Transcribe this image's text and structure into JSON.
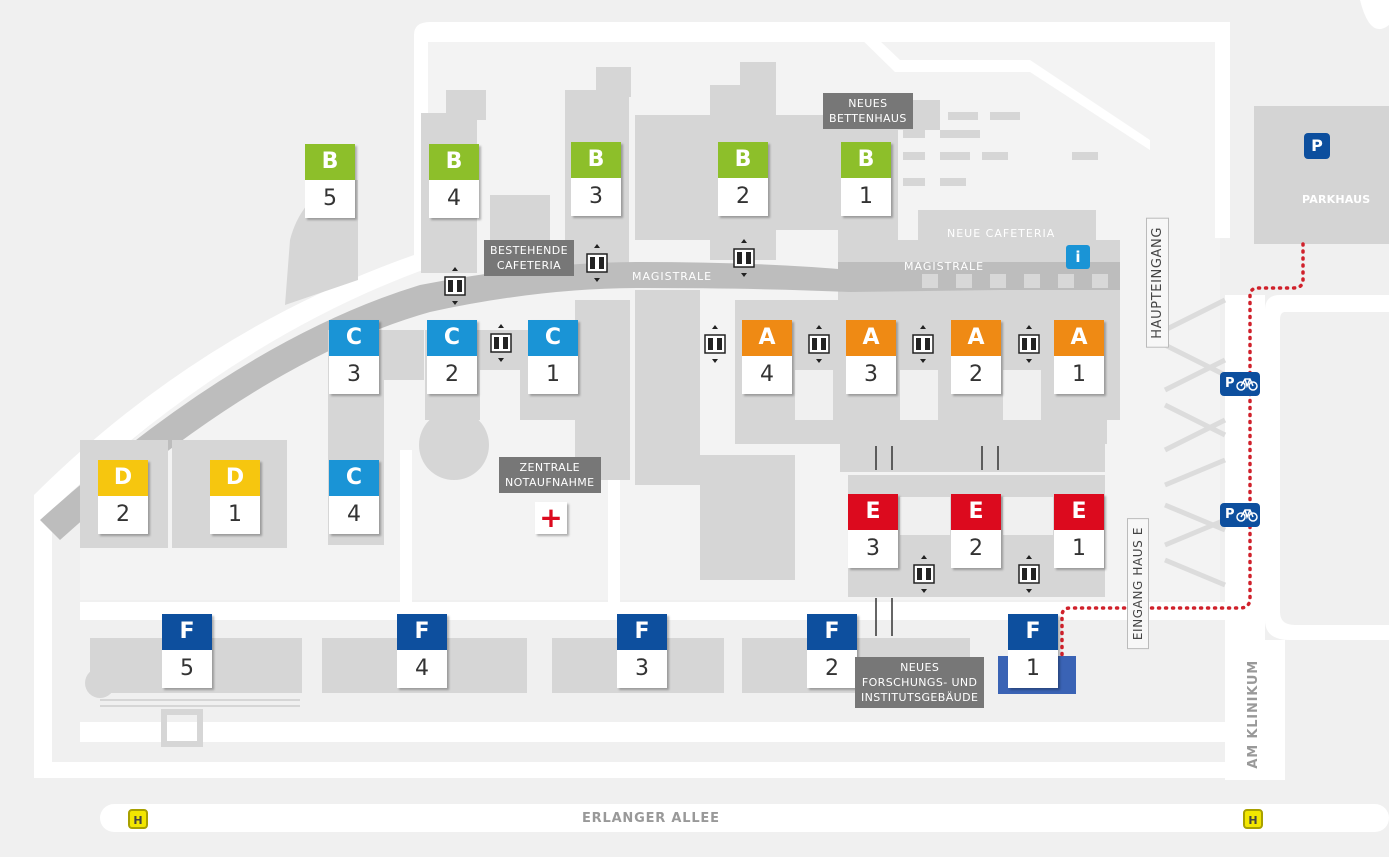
{
  "colors": {
    "B": "#8dbf2a",
    "C": "#1a94d6",
    "A": "#ef8a14",
    "D": "#f6c60f",
    "E": "#dc0a1e",
    "F": "#0d4f9e",
    "label_bg": "#777777",
    "route": "#d0212b",
    "building": "#d6d6d6",
    "road": "#ffffff"
  },
  "markers": [
    {
      "id": "b5",
      "letter": "B",
      "number": "5"
    },
    {
      "id": "b4",
      "letter": "B",
      "number": "4"
    },
    {
      "id": "b3",
      "letter": "B",
      "number": "3"
    },
    {
      "id": "b2",
      "letter": "B",
      "number": "2"
    },
    {
      "id": "b1",
      "letter": "B",
      "number": "1"
    },
    {
      "id": "c3",
      "letter": "C",
      "number": "3"
    },
    {
      "id": "c2",
      "letter": "C",
      "number": "2"
    },
    {
      "id": "c1",
      "letter": "C",
      "number": "1"
    },
    {
      "id": "c4",
      "letter": "C",
      "number": "4"
    },
    {
      "id": "a4",
      "letter": "A",
      "number": "4"
    },
    {
      "id": "a3",
      "letter": "A",
      "number": "3"
    },
    {
      "id": "a2",
      "letter": "A",
      "number": "2"
    },
    {
      "id": "a1",
      "letter": "A",
      "number": "1"
    },
    {
      "id": "d2",
      "letter": "D",
      "number": "2"
    },
    {
      "id": "d1",
      "letter": "D",
      "number": "1"
    },
    {
      "id": "e3",
      "letter": "E",
      "number": "3"
    },
    {
      "id": "e2",
      "letter": "E",
      "number": "2"
    },
    {
      "id": "e1",
      "letter": "E",
      "number": "1"
    },
    {
      "id": "f5",
      "letter": "F",
      "number": "5"
    },
    {
      "id": "f4",
      "letter": "F",
      "number": "4"
    },
    {
      "id": "f3",
      "letter": "F",
      "number": "3"
    },
    {
      "id": "f2",
      "letter": "F",
      "number": "2"
    },
    {
      "id": "f1",
      "letter": "F",
      "number": "1"
    }
  ],
  "labels": {
    "neues_bettenhaus": "NEUES\nBETTENHAUS",
    "bestehende_cafeteria": "BESTEHENDE\nCAFETERIA",
    "zentrale_notaufnahme": "ZENTRALE\nNOTAUFNAHME",
    "neues_forschungsgebaeude": "NEUES\nFORSCHUNGS- UND\nINSTITUTSGEBÄUDE",
    "haupteingang": "HAUPTEINGANG",
    "eingang_haus_e": "EINGANG HAUS E",
    "parkhaus": "PARKHAUS",
    "neue_cafeteria": "NEUE CAFETERIA",
    "magistrale_left": "MAGISTRALE",
    "magistrale_right": "MAGISTRALE"
  },
  "streets": {
    "erlanger_allee": "ERLANGER ALLEE",
    "am_klinikum": "AM KLINIKUM"
  },
  "icons": {
    "parking_letter": "P",
    "info_letter": "i",
    "bike_letter": "P",
    "bus_stop_letter": "H",
    "emergency_symbol": "+"
  }
}
